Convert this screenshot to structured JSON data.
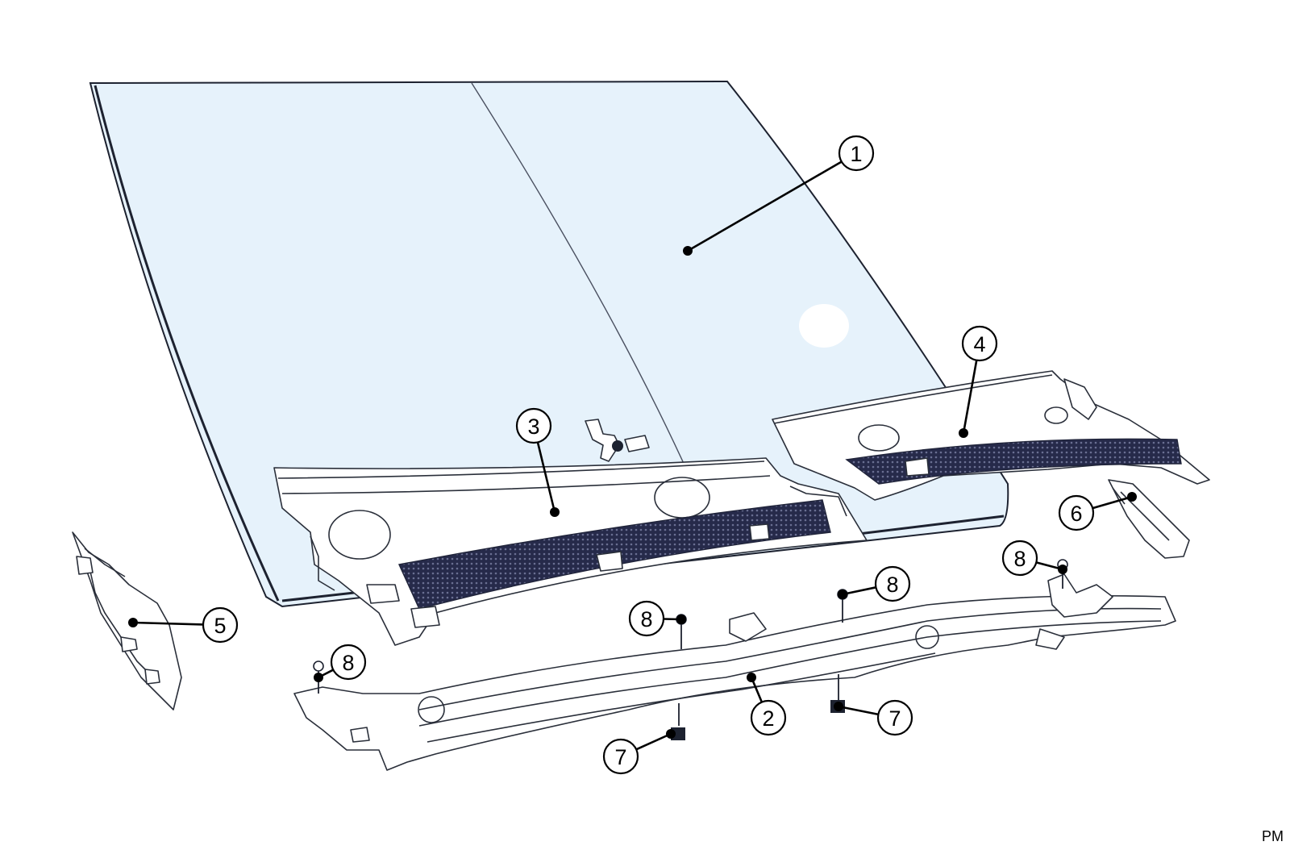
{
  "callouts": [
    {
      "label": "1"
    },
    {
      "label": "2"
    },
    {
      "label": "3"
    },
    {
      "label": "4"
    },
    {
      "label": "5"
    },
    {
      "label": "6"
    },
    {
      "label": "7"
    },
    {
      "label": "7"
    },
    {
      "label": "8"
    },
    {
      "label": "8"
    },
    {
      "label": "8"
    },
    {
      "label": "8"
    }
  ],
  "footer": {
    "code": "PM"
  },
  "colors": {
    "glass": "#e6f2fb",
    "mesh": "#262a4a",
    "outline": "#2a2f3a"
  }
}
